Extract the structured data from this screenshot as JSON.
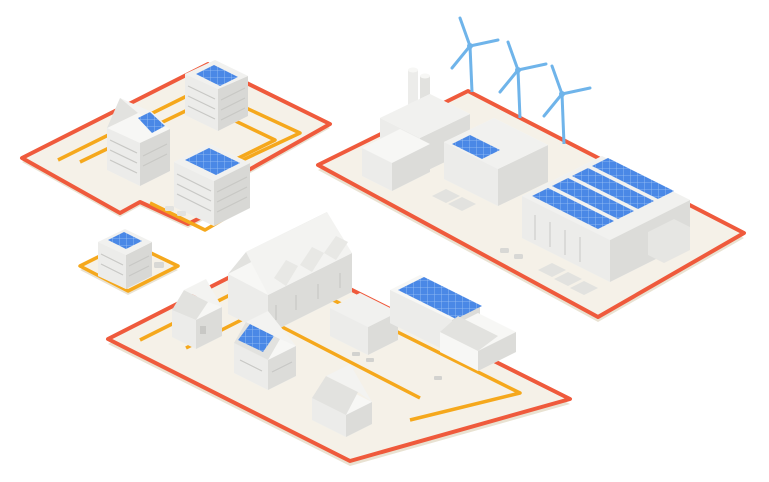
{
  "scene": {
    "colors": {
      "background": "#ffffff",
      "ground": "#f5f1e8",
      "ground_side": "#e9e2d2",
      "outer_ring": "#ef5a3c",
      "inner_ring": "#f5a81c",
      "building_light": "#f7f7f5",
      "building_mid": "#e6e6e3",
      "building_dark": "#d2d2cf",
      "solar_panel": "#4a88e6",
      "solar_panel_grid": "#9cc3f5",
      "turbine": "#6fb4ea"
    },
    "zones": [
      "residential-apartments",
      "small-apartment",
      "houses-and-businesses",
      "industrial-power-plant"
    ],
    "icons": [
      "wind-turbine-icon",
      "solar-panel-icon",
      "factory-icon",
      "house-icon",
      "apartment-building-icon",
      "truck-icon",
      "car-icon",
      "cow-icon"
    ]
  }
}
